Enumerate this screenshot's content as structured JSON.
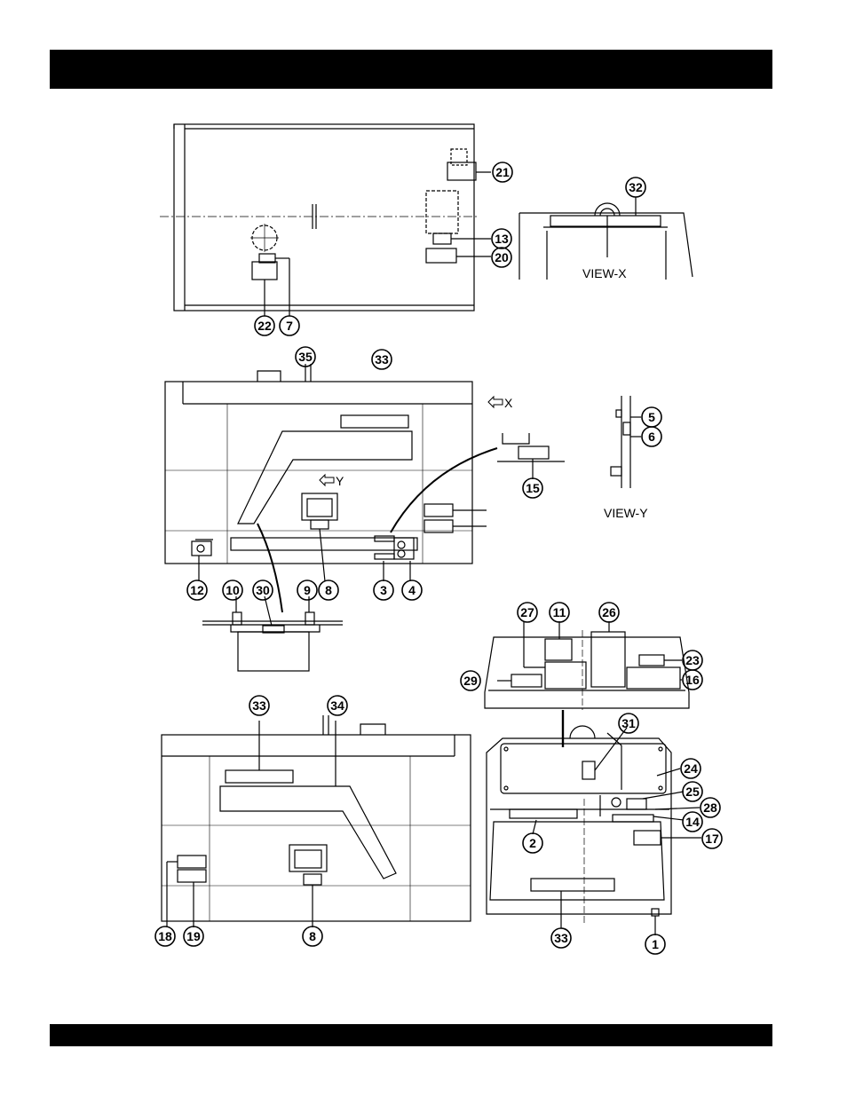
{
  "view_labels": {
    "view_x": "VIEW-X",
    "view_y": "VIEW-Y",
    "arrow_x": "X",
    "arrow_y": "Y"
  },
  "callouts": {
    "c1": "1",
    "c2": "2",
    "c3": "3",
    "c4": "4",
    "c5": "5",
    "c6": "6",
    "c7": "7",
    "c8a": "8",
    "c8b": "8",
    "c9": "9",
    "c10": "10",
    "c11": "11",
    "c12": "12",
    "c13": "13",
    "c14": "14",
    "c15": "15",
    "c16": "16",
    "c17": "17",
    "c18": "18",
    "c19": "19",
    "c20": "20",
    "c21": "21",
    "c22": "22",
    "c23": "23",
    "c24": "24",
    "c25": "25",
    "c26": "26",
    "c27": "27",
    "c28": "28",
    "c29": "29",
    "c30": "30",
    "c31": "31",
    "c32": "32",
    "c33a": "33",
    "c33b": "33",
    "c33c": "33",
    "c34": "34",
    "c35": "35"
  },
  "colors": {
    "ink": "#000000",
    "paper": "#ffffff"
  }
}
